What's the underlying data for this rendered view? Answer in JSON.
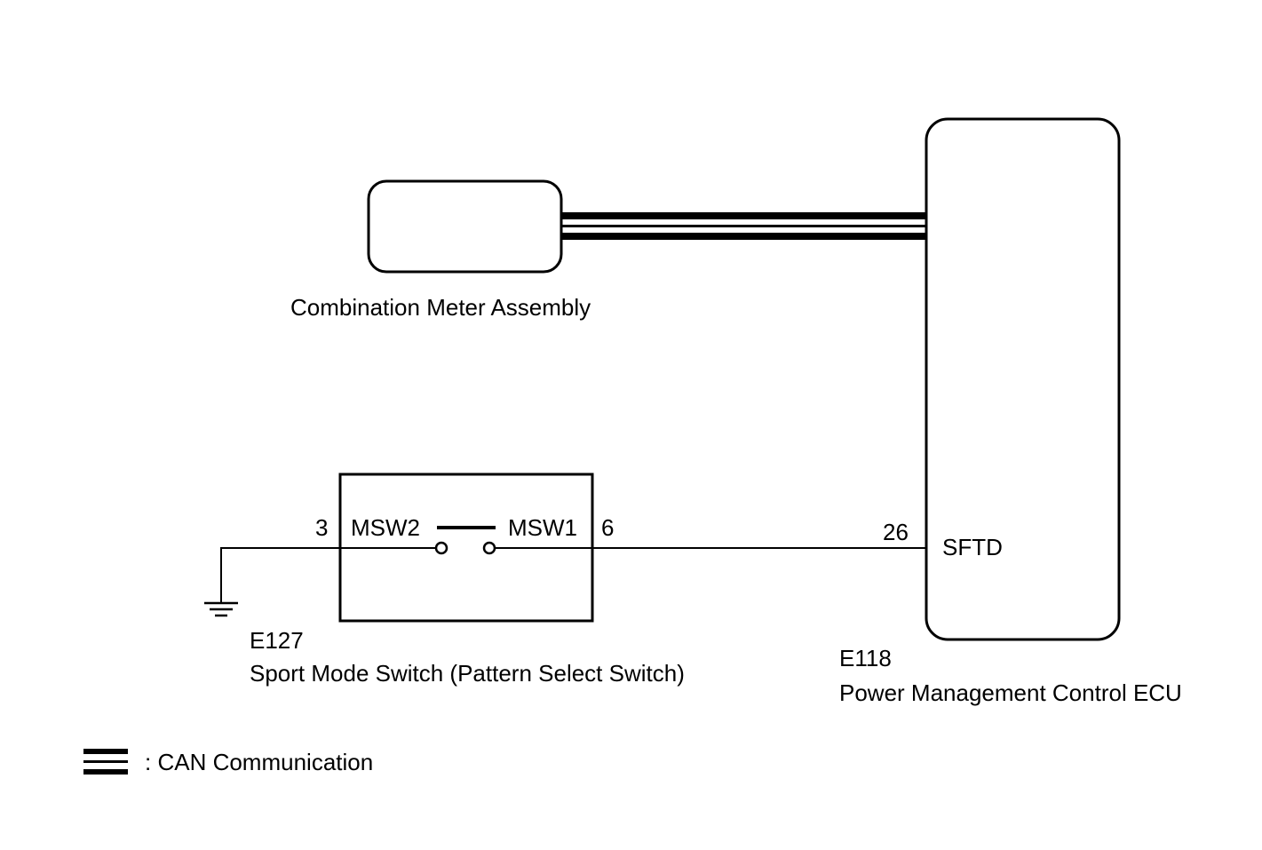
{
  "combination_meter": {
    "label": "Combination Meter Assembly"
  },
  "power_management_ecu": {
    "connector": "E118",
    "label": "Power Management Control ECU",
    "pin_number": "26",
    "pin_name": "SFTD"
  },
  "sport_mode_switch": {
    "connector": "E127",
    "label": "Sport Mode Switch (Pattern Select Switch)",
    "left_pin_number": "3",
    "left_pin_name": "MSW2",
    "right_pin_number": "6",
    "right_pin_name": "MSW1"
  },
  "legend": {
    "can_text": ": CAN Communication"
  }
}
